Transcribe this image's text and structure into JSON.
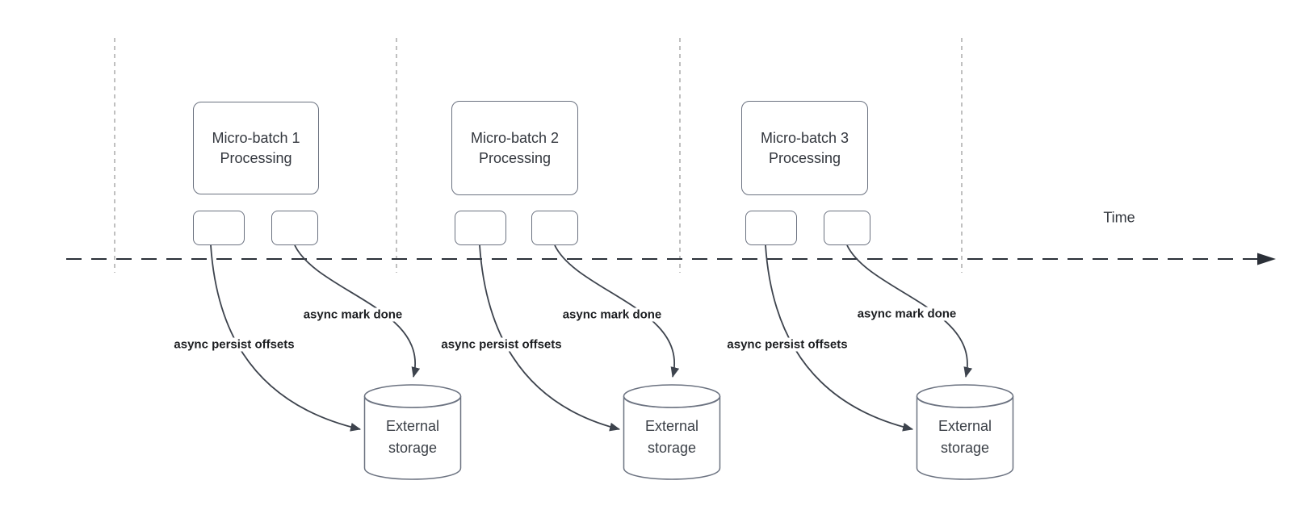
{
  "timeline": {
    "label": "Time"
  },
  "batches": [
    {
      "box_lines": [
        "Micro-batch 1",
        "Processing"
      ],
      "persist_label": "async persist offsets",
      "mark_label": "async mark done",
      "storage_lines": [
        "External",
        "storage"
      ]
    },
    {
      "box_lines": [
        "Micro-batch 2",
        "Processing"
      ],
      "persist_label": "async persist offsets",
      "mark_label": "async mark done",
      "storage_lines": [
        "External",
        "storage"
      ]
    },
    {
      "box_lines": [
        "Micro-batch 3",
        "Processing"
      ],
      "persist_label": "async persist offsets",
      "mark_label": "async mark done",
      "storage_lines": [
        "External",
        "storage"
      ]
    }
  ],
  "colors": {
    "background": "#ffffff",
    "timeline_line": "#2b3038",
    "interval_guide_line": "#b0b0b0",
    "shape_border": "#6b7280",
    "arrow_line": "#3d434d",
    "shape_text": "#33373e",
    "flow_label_text": "#1c1e21"
  }
}
